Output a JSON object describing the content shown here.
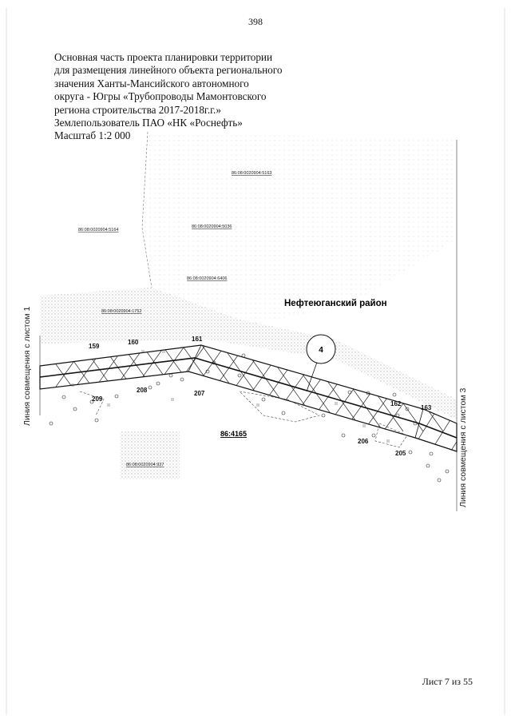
{
  "page_number": "398",
  "header": {
    "lines": [
      "Основная часть проекта планировки территории",
      "для размещения линейного объекта регионального",
      "значения Ханты-Мансийского автономного",
      "округа - Югры «Трубопроводы Мамонтовского",
      "региона строительства 2017-2018г.г.»",
      "Землепользователь ПАО «НК «Роснефть»",
      "Масштаб 1:2 000"
    ]
  },
  "map": {
    "district_label": "Нефтеюганский район",
    "parcels": [
      "86:08:0020904:5163",
      "86:08:0020904:5164",
      "86:08:0020904:5036",
      "86:08:0020904:6406",
      "86:08:0020904:1752",
      "86:08:0020904:937"
    ],
    "parcel_block_label": "86:4165",
    "callout_number": "4",
    "points": [
      "159",
      "160",
      "161",
      "162",
      "163",
      "205",
      "206",
      "207",
      "208",
      "209"
    ],
    "left_edge_label": "Линия совмещения с листом 1",
    "right_edge_label": "Линия совмещения с листом 3"
  },
  "footer": {
    "sheet_label": "Лист 7 из 55"
  }
}
